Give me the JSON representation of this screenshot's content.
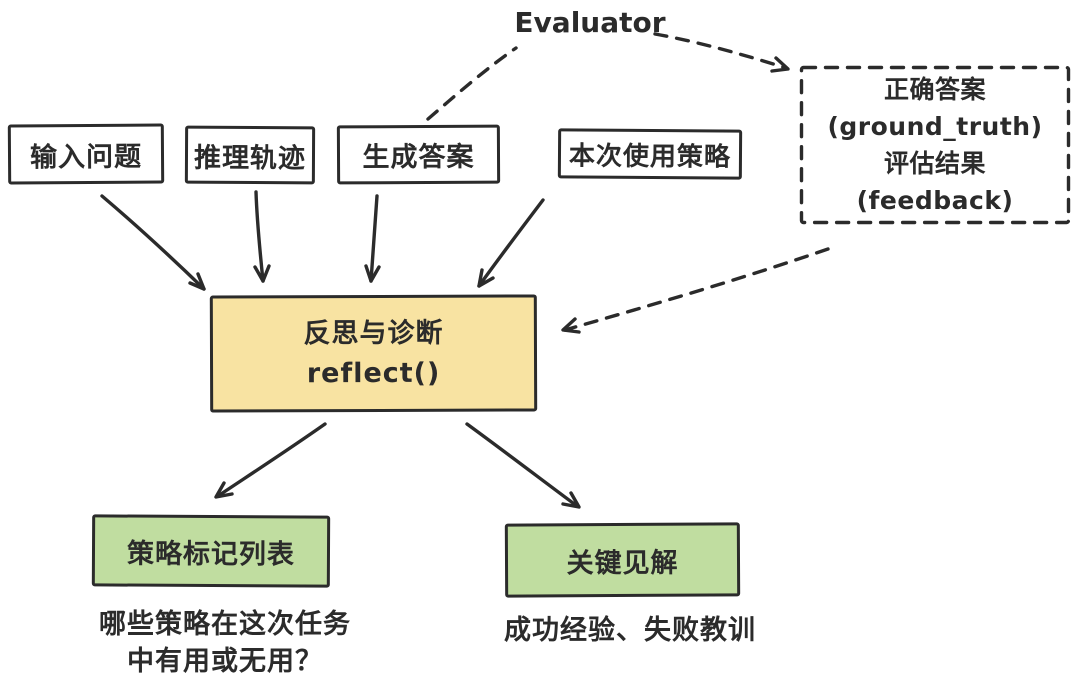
{
  "diagram": {
    "evaluator_label": "Evaluator",
    "inputs": [
      {
        "label": "输入问题"
      },
      {
        "label": "推理轨迹"
      },
      {
        "label": "生成答案"
      },
      {
        "label": "本次使用策略"
      }
    ],
    "evaluator_output": {
      "line1": "正确答案",
      "line2": "(ground_truth)",
      "line3": "评估结果",
      "line4": "(feedback)"
    },
    "reflect": {
      "line1": "反思与诊断",
      "line2": "reflect()"
    },
    "outputs": [
      {
        "label": "策略标记列表",
        "caption_line1": "哪些策略在这次任务",
        "caption_line2": "中有用或无用？"
      },
      {
        "label": "关键见解",
        "caption_line1": "成功经验、失败教训"
      }
    ],
    "colors": {
      "stroke": "#2b2b2b",
      "reflect_fill": "#f8e3a2",
      "output_fill": "#c0dda0",
      "background": "#ffffff"
    }
  }
}
